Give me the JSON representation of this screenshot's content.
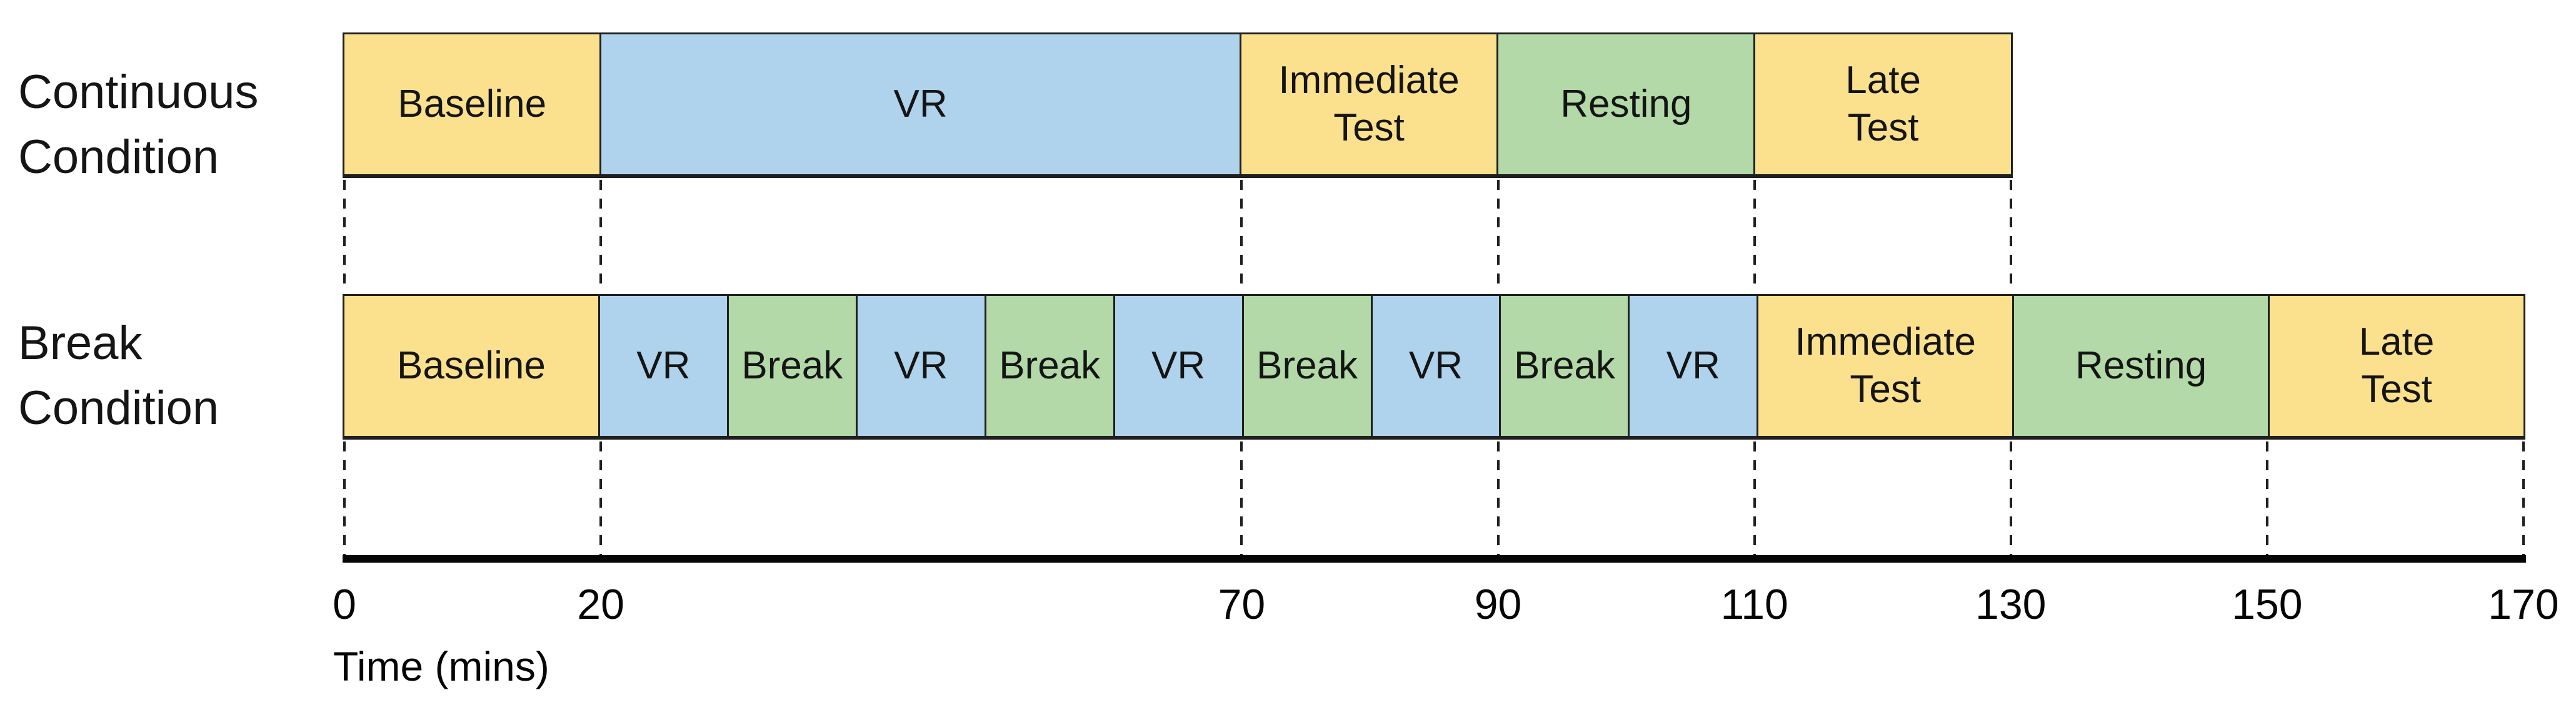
{
  "figure": {
    "axis": {
      "label": "Time (mins)",
      "ticks": [
        0,
        20,
        70,
        90,
        110,
        130,
        150,
        170
      ],
      "min": 0,
      "max": 170
    },
    "colors": {
      "yellow": "#FBE18E",
      "blue": "#AFD3EC",
      "green": "#B2D9A7",
      "border": "#1f1f1f",
      "axis": "#050505"
    },
    "rows": [
      {
        "id": "continuous",
        "label": "Continuous\nCondition",
        "end_min": 130,
        "segments": [
          {
            "label": "Baseline",
            "start": 0,
            "end": 20,
            "color": "yellow"
          },
          {
            "label": "VR",
            "start": 20,
            "end": 70,
            "color": "blue"
          },
          {
            "label": "Immediate\nTest",
            "start": 70,
            "end": 90,
            "color": "yellow"
          },
          {
            "label": "Resting",
            "start": 90,
            "end": 110,
            "color": "green"
          },
          {
            "label": "Late\nTest",
            "start": 110,
            "end": 130,
            "color": "yellow"
          }
        ],
        "dash_minutes_below": [
          0,
          20,
          70,
          90,
          110,
          130
        ]
      },
      {
        "id": "break",
        "label": "Break\nCondition",
        "end_min": 170,
        "segments": [
          {
            "label": "Baseline",
            "start": 0,
            "end": 20,
            "color": "yellow"
          },
          {
            "label": "VR",
            "start": 20,
            "end": 30,
            "color": "blue"
          },
          {
            "label": "Break",
            "start": 30,
            "end": 40,
            "color": "green"
          },
          {
            "label": "VR",
            "start": 40,
            "end": 50,
            "color": "blue"
          },
          {
            "label": "Break",
            "start": 50,
            "end": 60,
            "color": "green"
          },
          {
            "label": "VR",
            "start": 60,
            "end": 70,
            "color": "blue"
          },
          {
            "label": "Break",
            "start": 70,
            "end": 80,
            "color": "green"
          },
          {
            "label": "VR",
            "start": 80,
            "end": 90,
            "color": "blue"
          },
          {
            "label": "Break",
            "start": 90,
            "end": 100,
            "color": "green"
          },
          {
            "label": "VR",
            "start": 100,
            "end": 110,
            "color": "blue"
          },
          {
            "label": "Immediate\nTest",
            "start": 110,
            "end": 130,
            "color": "yellow"
          },
          {
            "label": "Resting",
            "start": 130,
            "end": 150,
            "color": "green"
          },
          {
            "label": "Late\nTest",
            "start": 150,
            "end": 170,
            "color": "yellow"
          }
        ],
        "dash_minutes_below": [
          0,
          20,
          70,
          90,
          110,
          130,
          150,
          170
        ]
      }
    ]
  },
  "chart_data": {
    "type": "table",
    "title": "Experimental procedure timeline",
    "xlabel": "Time (mins)",
    "x_ticks": [
      0,
      20,
      70,
      90,
      110,
      130,
      150,
      170
    ],
    "x_range": [
      0,
      170
    ],
    "series": [
      {
        "name": "Continuous Condition",
        "segments": [
          {
            "label": "Baseline",
            "start_min": 0,
            "end_min": 20
          },
          {
            "label": "VR",
            "start_min": 20,
            "end_min": 70
          },
          {
            "label": "Immediate Test",
            "start_min": 70,
            "end_min": 90
          },
          {
            "label": "Resting",
            "start_min": 90,
            "end_min": 110
          },
          {
            "label": "Late Test",
            "start_min": 110,
            "end_min": 130
          }
        ]
      },
      {
        "name": "Break Condition",
        "segments": [
          {
            "label": "Baseline",
            "start_min": 0,
            "end_min": 20
          },
          {
            "label": "VR",
            "start_min": 20,
            "end_min": 30
          },
          {
            "label": "Break",
            "start_min": 30,
            "end_min": 40
          },
          {
            "label": "VR",
            "start_min": 40,
            "end_min": 50
          },
          {
            "label": "Break",
            "start_min": 50,
            "end_min": 60
          },
          {
            "label": "VR",
            "start_min": 60,
            "end_min": 70
          },
          {
            "label": "Break",
            "start_min": 70,
            "end_min": 80
          },
          {
            "label": "VR",
            "start_min": 80,
            "end_min": 90
          },
          {
            "label": "Break",
            "start_min": 90,
            "end_min": 100
          },
          {
            "label": "VR",
            "start_min": 100,
            "end_min": 110
          },
          {
            "label": "Immediate Test",
            "start_min": 110,
            "end_min": 130
          },
          {
            "label": "Resting",
            "start_min": 130,
            "end_min": 150
          },
          {
            "label": "Late Test",
            "start_min": 150,
            "end_min": 170
          }
        ]
      }
    ]
  }
}
